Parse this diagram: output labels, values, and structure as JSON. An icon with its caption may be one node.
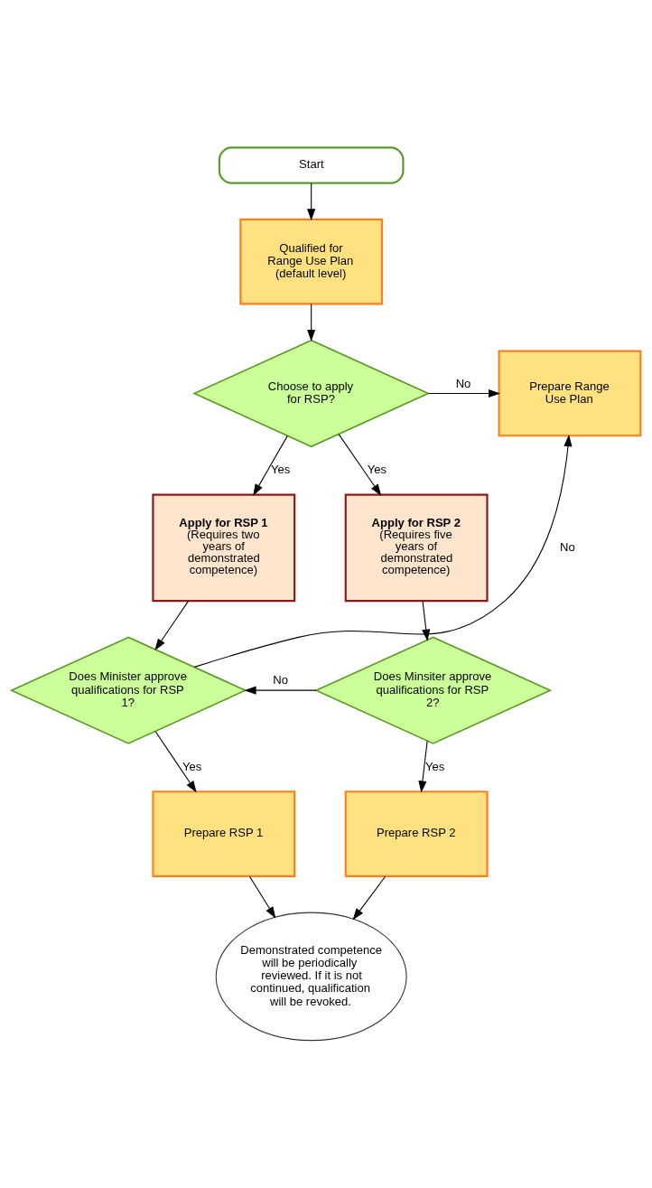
{
  "diagram": {
    "nodes": [
      {
        "text": [
          "Start"
        ]
      },
      {
        "text": [
          "Qualified for Range Use Plan (default level)"
        ]
      },
      {
        "text": [
          "Choose to apply for RSP?"
        ]
      },
      {
        "text": [
          "Prepare Range Use Plan"
        ]
      },
      {
        "text": [
          "Apply for RSP 1",
          "(Requires two years of demonstrated competence)"
        ]
      },
      {
        "text": [
          "Apply for RSP 2",
          "(Requires five years of demonstrated competence)"
        ]
      },
      {
        "text": [
          "Does Minister approve qualifications for RSP 1?"
        ]
      },
      {
        "text": [
          "Does Minsiter approve qualifications for RSP 2?"
        ]
      },
      {
        "text": [
          "Prepare RSP 1"
        ]
      },
      {
        "text": [
          "Prepare RSP 2"
        ]
      },
      {
        "text": [
          "Demonstrated competence will be periodically reviewed. If it is not continued, qualification will be revoked."
        ]
      }
    ],
    "edges": [
      {
        "from": 0,
        "to": 1,
        "arrow": "to"
      },
      {
        "from": 1,
        "to": 2,
        "arrow": "to"
      },
      {
        "from": 2,
        "to": 3,
        "arrow": "to",
        "label": "No"
      },
      {
        "from": 2,
        "to": 4,
        "arrow": "to",
        "label": "Yes"
      },
      {
        "from": 2,
        "to": 5,
        "arrow": "to",
        "label": "Yes"
      },
      {
        "from": 4,
        "to": 6,
        "arrow": "to"
      },
      {
        "from": 5,
        "to": 7,
        "arrow": "to"
      },
      {
        "from": 7,
        "to": 6,
        "arrow": "to",
        "label": "No"
      },
      {
        "from": 6,
        "to": 3,
        "arrow": "to",
        "label": "No"
      },
      {
        "from": 6,
        "to": 8,
        "arrow": "to",
        "label": "Yes"
      },
      {
        "from": 7,
        "to": 9,
        "arrow": "to",
        "label": "Yes"
      },
      {
        "from": 8,
        "to": 10,
        "arrow": "to"
      },
      {
        "from": 9,
        "to": 10,
        "arrow": "to"
      }
    ]
  }
}
